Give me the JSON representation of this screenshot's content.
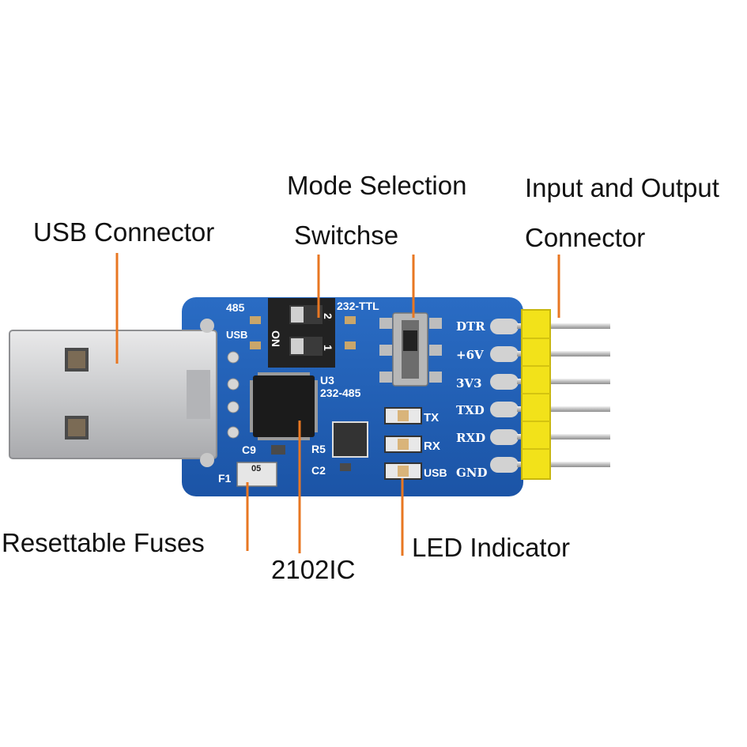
{
  "callouts": {
    "usb_connector": "USB Connector",
    "mode_selection_line1": "Mode Selection",
    "mode_selection_line2": "Switchse",
    "io_connector_line1": "Input and Output",
    "io_connector_line2": "Connector",
    "resettable_fuses": "Resettable Fuses",
    "ic": "2102IC",
    "led_indicator": "LED Indicator"
  },
  "board_silkscreen": {
    "label_485": "485",
    "label_usb_top": "USB",
    "label_232_ttl": "232-TTL",
    "label_on": "ON",
    "label_2": "2",
    "label_1": "1",
    "label_u3": "U3",
    "label_232_485": "232-485",
    "label_c9": "C9",
    "label_r5": "R5",
    "label_c2": "C2",
    "label_f1": "F1",
    "fuse_mark": "05",
    "led_tx": "TX",
    "led_rx": "RX",
    "led_usb": "USB",
    "pins": [
      "DTR",
      "+6V",
      "3V3",
      "TXD",
      "RXD",
      "GND"
    ]
  },
  "colors": {
    "callout_line": "#e87722",
    "pcb_blue": "#1f5fb8",
    "header_yellow": "#f2e21a"
  }
}
